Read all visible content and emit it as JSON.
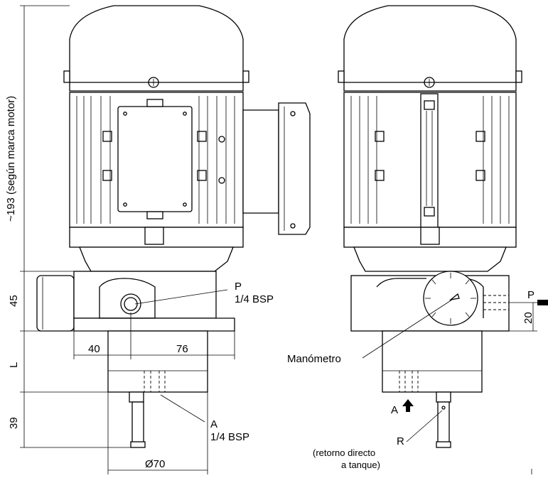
{
  "dimensions": {
    "height_motor": "~193 (según marca motor)",
    "flange_height": "45",
    "body_length": "L",
    "shaft_length": "39",
    "offset_left": "40",
    "offset_right": "76",
    "diameter": "Ø70",
    "port_height": "20"
  },
  "labels": {
    "port_p_left": "P",
    "port_p_left_thread": "1/4 BSP",
    "port_a_left": "A",
    "port_a_left_thread": "1/4 BSP",
    "manometer": "Manómetro",
    "port_p_right": "P",
    "port_a_right": "A",
    "port_r": "R",
    "return_line1": "(retorno directo",
    "return_line2": "a tanque)"
  }
}
